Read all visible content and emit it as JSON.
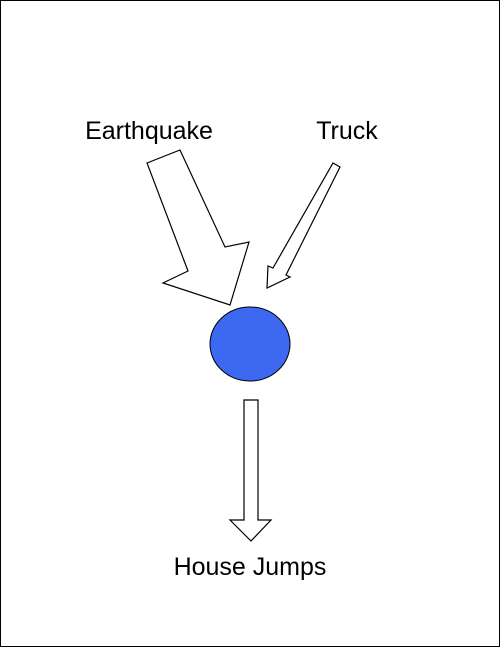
{
  "labels": {
    "cause_1": "Earthquake",
    "cause_2": "Truck",
    "effect": "House Jumps"
  },
  "colors": {
    "node_fill": "#3d68f2",
    "stroke": "#000000",
    "arrow_fill": "#ffffff"
  }
}
